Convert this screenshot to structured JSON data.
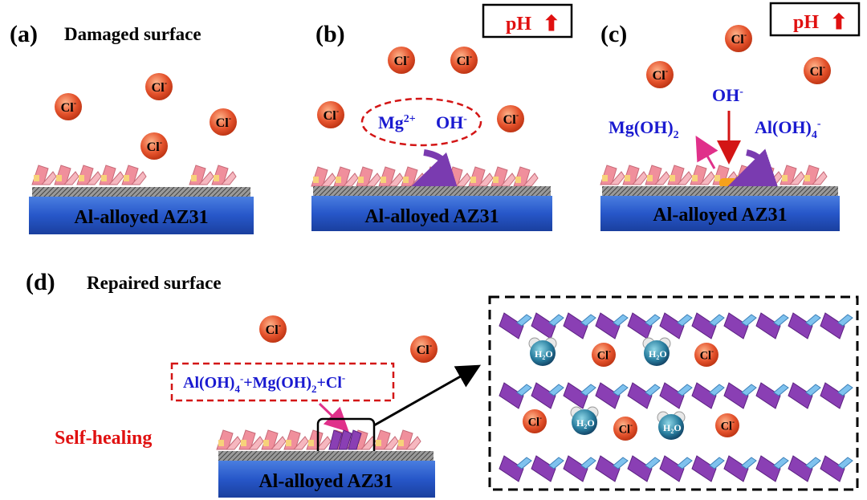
{
  "panels": {
    "a": {
      "letter": "(a)",
      "title": "Damaged surface",
      "substrate": "Al-alloyed AZ31"
    },
    "b": {
      "letter": "(b)",
      "substrate": "Al-alloyed AZ31",
      "ions_mg": "Mg",
      "ions_mg_sup": "2+",
      "ions_oh": "OH",
      "ions_oh_sup": "-",
      "ph_text": "pH",
      "ph_arrow": "⬆"
    },
    "c": {
      "letter": "(c)",
      "substrate": "Al-alloyed AZ31",
      "oh": "OH",
      "oh_sup": "-",
      "mgoh2": "Mg(OH)",
      "mgoh2_sub": "2",
      "aloh4": "Al(OH)",
      "aloh4_sub": "4",
      "aloh4_sup": "-",
      "ph_text": "pH",
      "ph_arrow": "⬆"
    },
    "d": {
      "letter": "(d)",
      "title": "Repaired surface",
      "substrate": "Al-alloyed AZ31",
      "self_healing": "Self-healing",
      "eq_a": "Al(OH)",
      "eq_a_sub": "4",
      "eq_a_sup": "-",
      "eq_b": "+Mg(OH)",
      "eq_b_sub": "2",
      "eq_c": "+Cl",
      "eq_c_sup": "-",
      "water": "H",
      "water_sub": "2",
      "water_o": "O"
    }
  },
  "ion": {
    "cl": "Cl",
    "cl_sup": "-"
  },
  "colors": {
    "substrate": "#2757c9",
    "layer_top": "#f2a0a8",
    "layer_purple": "#8a3fb4",
    "ion": "#e4522c",
    "label_blue": "#1a1ad0",
    "label_red": "#e01010"
  }
}
